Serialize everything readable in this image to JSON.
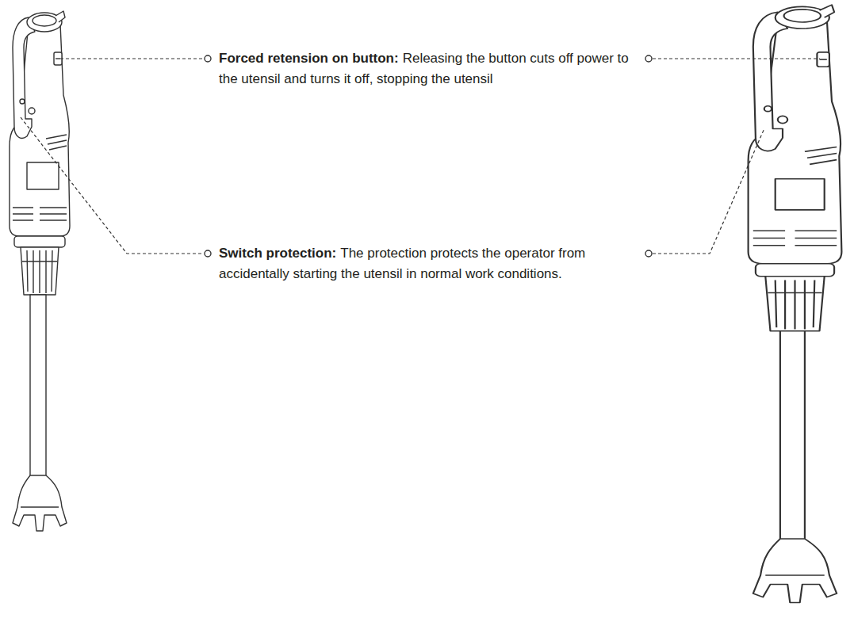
{
  "diagram": {
    "labels": [
      "Forced retension on button:",
      "Releasing the button cuts off power to the utensil and turns it off, stopping the utensil",
      "Switch protection:",
      "The protection protects the operator from accidentally starting the utensil in normal work conditions."
    ]
  }
}
